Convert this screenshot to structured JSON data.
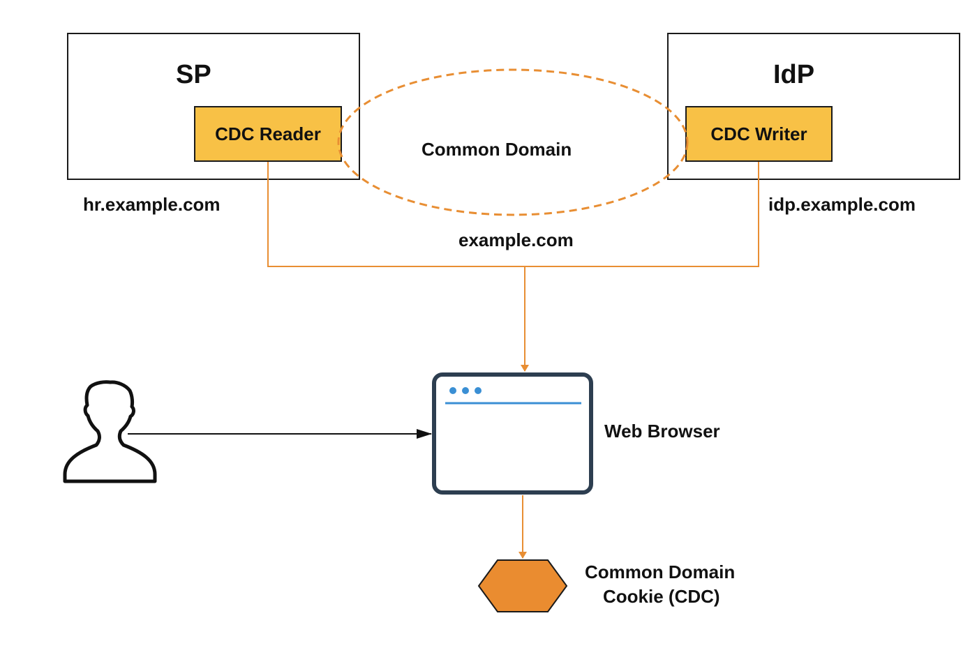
{
  "sp": {
    "title": "SP",
    "component": "CDC Reader",
    "domain": "hr.example.com"
  },
  "idp": {
    "title": "IdP",
    "component": "CDC Writer",
    "domain": "idp.example.com"
  },
  "common_domain": {
    "label": "Common Domain",
    "domain": "example.com"
  },
  "browser": {
    "label": "Web Browser"
  },
  "cookie": {
    "label_line1": "Common Domain",
    "label_line2": "Cookie (CDC)"
  },
  "colors": {
    "orange": "#e88e33",
    "yellow": "#f8c146",
    "browser_frame": "#2d3e50",
    "browser_accent": "#3a8fd4",
    "cookie_fill": "#ea8c30"
  }
}
